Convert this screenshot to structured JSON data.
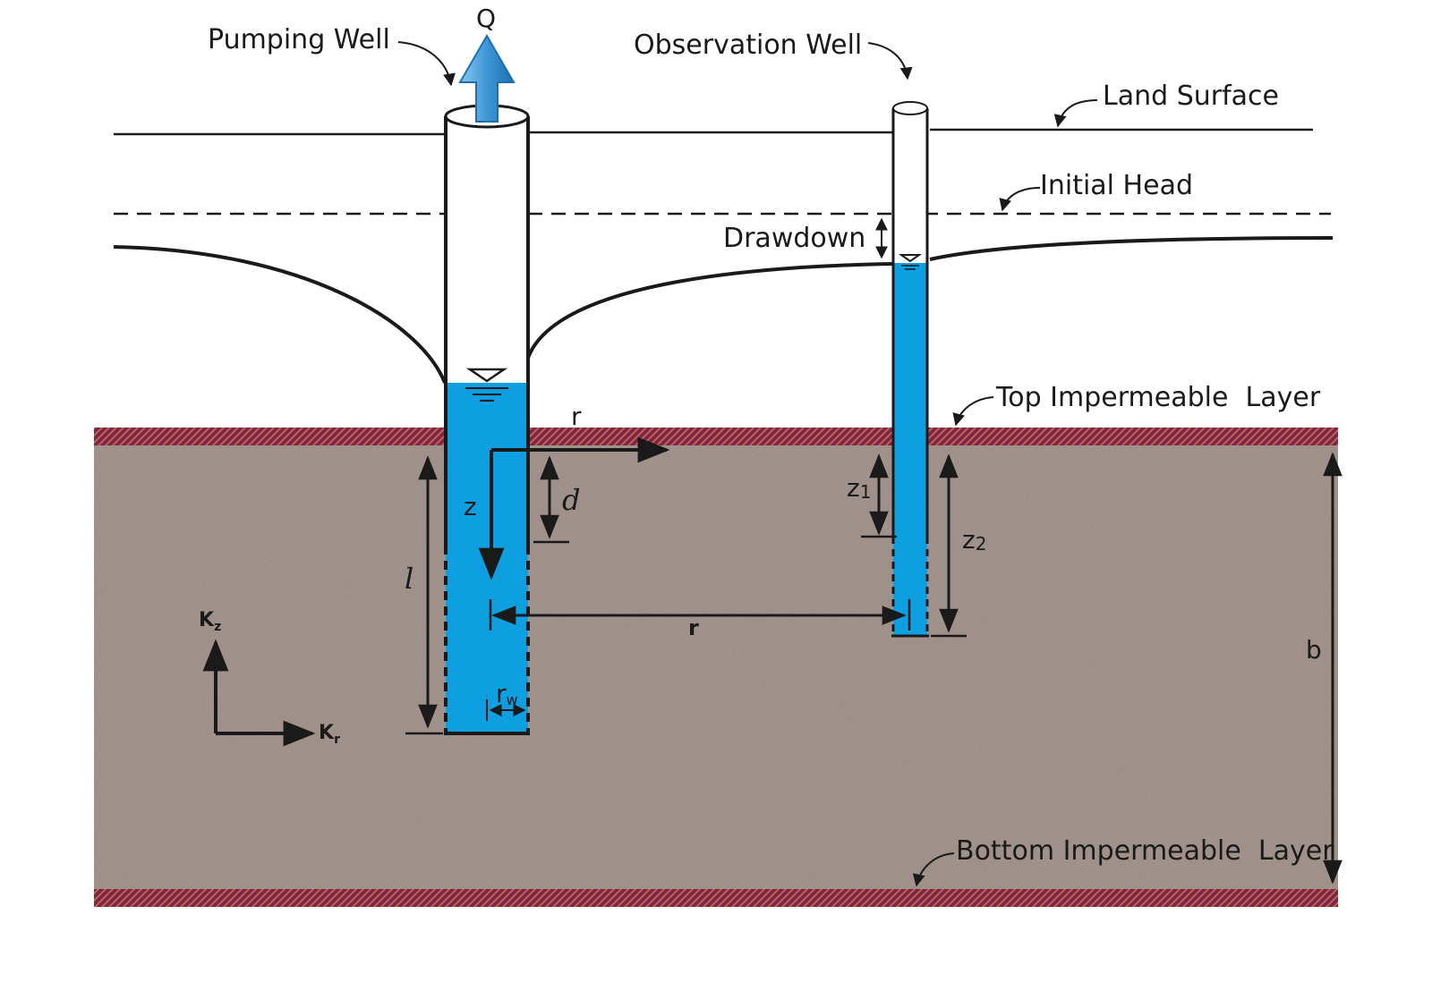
{
  "labels": {
    "q": "Q",
    "pumping_well": "Pumping Well",
    "observation_well": "Observation Well",
    "land_surface": "Land Surface",
    "initial_head": "Initial Head",
    "drawdown": "Drawdown",
    "top_layer": "Top Impermeable  Layer",
    "bottom_layer": "Bottom Impermeable  Layer",
    "r_axis": "r",
    "z_axis": "z",
    "d": "d",
    "l": "l",
    "z1": "z",
    "z1_sub": "1",
    "z2": "z",
    "z2_sub": "2",
    "r_distance": "r",
    "rw": "r",
    "rw_sub": "w",
    "b": "b",
    "kz": "K",
    "kz_sub": "z",
    "kr": "K",
    "kr_sub": "r"
  },
  "colors": {
    "water": "#0d9fe0",
    "aquifer": "#a99a94",
    "layer_stripe_dark": "#7b2352",
    "layer_stripe_light": "#c2683a",
    "line": "#1a1a1a",
    "arrow_fill": "#4a9fd8",
    "arrow_stroke": "#1f6fae"
  }
}
